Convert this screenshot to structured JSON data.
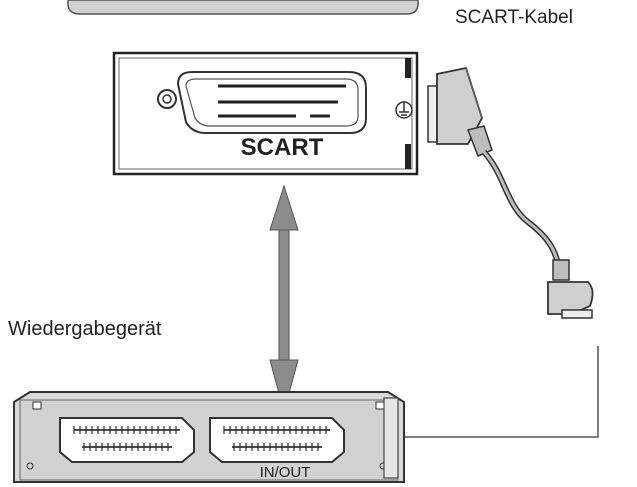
{
  "labels": {
    "cable": "SCART-Kabel",
    "device": "Wiedergabegerät",
    "tv_port": "SCART",
    "device_port": "IN/OUT"
  },
  "colors": {
    "outline": "#333333",
    "grey_panel": "#d2d2d2",
    "arrow": "#8c8c8c",
    "plug_fill": "#cfcfcf",
    "cable": "#9a9a9a"
  },
  "icons": {
    "ground": "ground-symbol-icon",
    "screw": "screw-icon"
  }
}
